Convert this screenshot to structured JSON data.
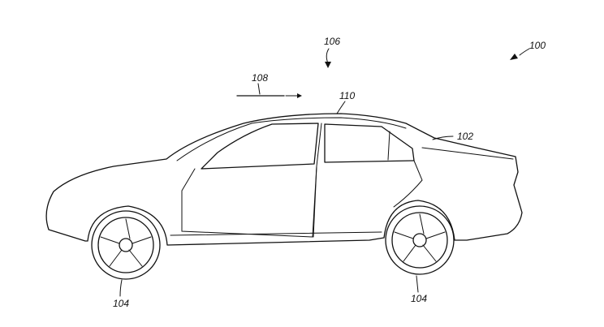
{
  "labels": {
    "figure": "100",
    "body": "102",
    "wheel_front": "104",
    "wheel_rear": "104",
    "arrow": "106",
    "airflow": "108",
    "roof": "110"
  }
}
